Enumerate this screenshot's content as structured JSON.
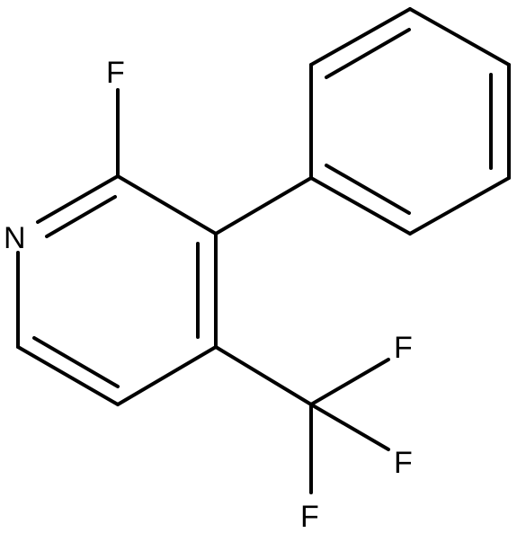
{
  "molecule": {
    "atom_labels": {
      "ring_nitrogen": "N",
      "ring_fluorine": "F",
      "cf3_fluorine_upper": "F",
      "cf3_fluorine_middle": "F",
      "cf3_fluorine_lower": "F"
    }
  }
}
